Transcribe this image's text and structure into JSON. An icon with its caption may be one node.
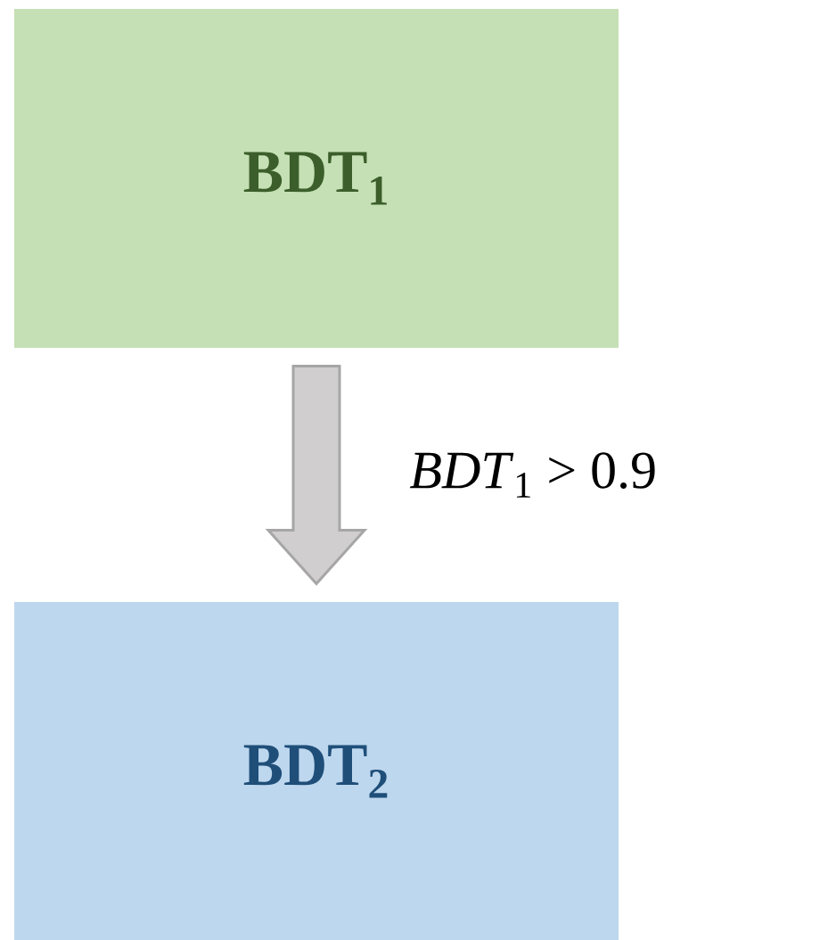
{
  "diagram": {
    "nodes": [
      {
        "text": [
          "BDT$_{1}$"
        ]
      },
      {
        "text": [
          "BDT$_{2}$"
        ]
      }
    ],
    "edges": [
      {
        "from": 0,
        "to": 1,
        "arrow": "to",
        "label": "*BDT*$_{1}$ > 0.9"
      }
    ]
  }
}
